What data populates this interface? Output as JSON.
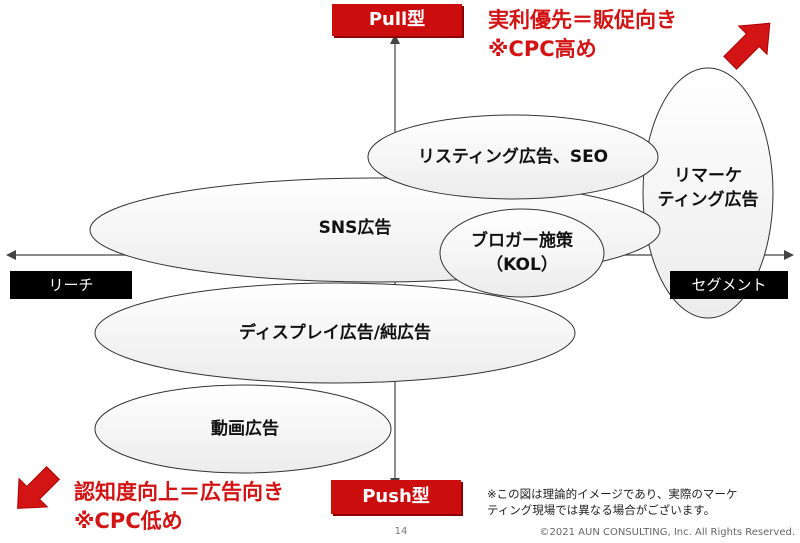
{
  "tags": {
    "pull": "Pull型",
    "push": "Push型"
  },
  "axis": {
    "left": "リーチ",
    "right": "セグメント"
  },
  "notes": {
    "top_right": "実利優先＝販促向き\n※CPC高め",
    "bottom_left": "認知度向上＝広告向き\n※CPC低め"
  },
  "ellipses": [
    {
      "id": "listing",
      "label": "リスティング広告、SEO"
    },
    {
      "id": "sns",
      "label": "SNS広告"
    },
    {
      "id": "blogger",
      "label": "ブロガー施策\n（KOL）"
    },
    {
      "id": "display",
      "label": "ディスプレイ広告/純広告"
    },
    {
      "id": "video",
      "label": "動画広告"
    },
    {
      "id": "remarketing",
      "label": "リマーケ\nティング広告"
    }
  ],
  "footer": {
    "disclaimer": "※この図は理論的イメージであり、実際のマーケ\nティング現場では異なる場合がございます。",
    "page_number": "14",
    "copyright": "©2021 AUN CONSULTING, Inc. All Rights Reserved."
  },
  "colors": {
    "accent_red": "#cc0d0d",
    "ellipse_fill": "#ffffff",
    "ellipse_stroke": "#333333"
  }
}
